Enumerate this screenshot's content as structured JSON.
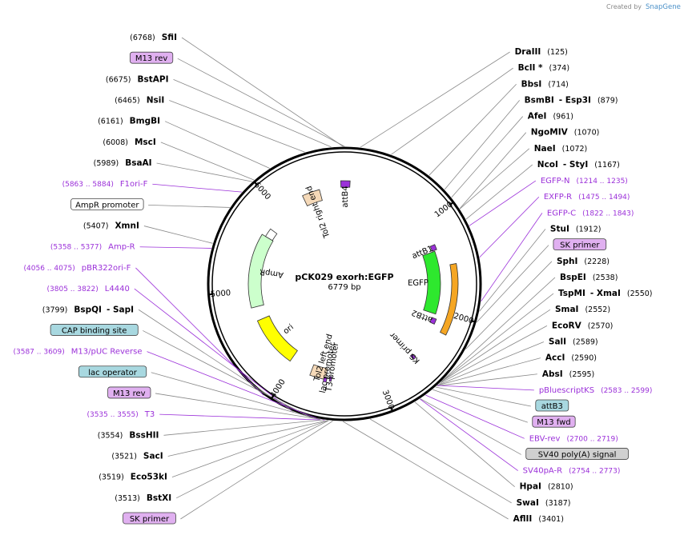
{
  "header": {
    "created_by": "Created by",
    "brand": "SnapGene"
  },
  "plasmid": {
    "name": "pCK029 exorh:EGFP",
    "length": "6779 bp",
    "length_num": 6779
  },
  "ticks": [
    {
      "label": "1000",
      "bp": 1000
    },
    {
      "label": "2000",
      "bp": 2000
    },
    {
      "label": "3000",
      "bp": 3000
    },
    {
      "label": "4000",
      "bp": 4000
    },
    {
      "label": "5000",
      "bp": 5000
    },
    {
      "label": "6000",
      "bp": 6000
    }
  ],
  "features": [
    {
      "name": "attB4",
      "label": "attB4",
      "start": 6740,
      "end": 60,
      "color": "#9b30d9"
    },
    {
      "name": "tol2-right-end",
      "label": "Tol2 right end",
      "start": 6300,
      "end": 6500,
      "color": "#f5d9b8"
    },
    {
      "name": "attB1",
      "label": "attB1",
      "start": 1250,
      "end": 1310,
      "color": "#9b30d9"
    },
    {
      "name": "egfp",
      "label": "EGFP",
      "start": 1320,
      "end": 2040,
      "color": "#2ee82e"
    },
    {
      "name": "exorh-orange",
      "label": "",
      "start": 1500,
      "end": 2200,
      "color": "#f5a623"
    },
    {
      "name": "attB2",
      "label": "attB2",
      "start": 2090,
      "end": 2150,
      "color": "#9b30d9"
    },
    {
      "name": "ks-primer",
      "label": "KS primer",
      "start": 2560,
      "end": 2590,
      "color": "#9b30d9"
    },
    {
      "name": "tol2-left-end",
      "label": "Tol2 left end",
      "start": 3600,
      "end": 3780,
      "color": "#f5d9b8"
    },
    {
      "name": "t3-promoter",
      "label": "T3 promoter",
      "start": 3535,
      "end": 3555,
      "color": "#9b30d9"
    },
    {
      "name": "lac-promoter",
      "label": "lac promoter",
      "start": 3587,
      "end": 3620,
      "color": "#9b30d9"
    },
    {
      "name": "ori",
      "label": "ori",
      "start": 4050,
      "end": 4650,
      "color": "#ffff00"
    },
    {
      "name": "ampr",
      "label": "AmpR",
      "start": 4810,
      "end": 5670,
      "color": "#ccffcc"
    },
    {
      "name": "ampr-promoter",
      "label": "",
      "start": 5670,
      "end": 5775,
      "color": "#ffffff"
    }
  ],
  "labels_right": [
    {
      "name": "DraIII",
      "pos": "(125)",
      "type": "site",
      "bp": 125
    },
    {
      "name": "BclI *",
      "pos": "(374)",
      "type": "site",
      "bp": 374
    },
    {
      "name": "BbsI",
      "pos": "(714)",
      "type": "site",
      "bp": 714
    },
    {
      "name": "BsmBI",
      "extra": "- Esp3I",
      "pos": "(879)",
      "type": "site",
      "bp": 879
    },
    {
      "name": "AfeI",
      "pos": "(961)",
      "type": "site",
      "bp": 961
    },
    {
      "name": "NgoMIV",
      "pos": "(1070)",
      "type": "site",
      "bp": 1070
    },
    {
      "name": "NaeI",
      "pos": "(1072)",
      "type": "site",
      "bp": 1072
    },
    {
      "name": "NcoI",
      "extra": "- StyI",
      "pos": "(1167)",
      "type": "site",
      "bp": 1167
    },
    {
      "name": "EGFP-N",
      "pos": "(1214 .. 1235)",
      "type": "primer",
      "bp": 1224
    },
    {
      "name": "EXFP-R",
      "pos": "(1475 .. 1494)",
      "type": "primer",
      "bp": 1485
    },
    {
      "name": "EGFP-C",
      "pos": "(1822 .. 1843)",
      "type": "primer",
      "bp": 1832
    },
    {
      "name": "StuI",
      "pos": "(1912)",
      "type": "site",
      "bp": 1912
    },
    {
      "name": "SK primer",
      "pos": "",
      "type": "tag-purple",
      "bp": 2000
    },
    {
      "name": "SphI",
      "pos": "(2228)",
      "type": "site",
      "bp": 2228
    },
    {
      "name": "BspEI",
      "pos": "(2538)",
      "type": "site",
      "bp": 2538
    },
    {
      "name": "TspMI",
      "extra": "- XmaI",
      "pos": "(2550)",
      "type": "site",
      "bp": 2550
    },
    {
      "name": "SmaI",
      "pos": "(2552)",
      "type": "site",
      "bp": 2552
    },
    {
      "name": "EcoRV",
      "pos": "(2570)",
      "type": "site",
      "bp": 2570
    },
    {
      "name": "SalI",
      "pos": "(2589)",
      "type": "site",
      "bp": 2589
    },
    {
      "name": "AccI",
      "pos": "(2590)",
      "type": "site",
      "bp": 2590
    },
    {
      "name": "AbsI",
      "pos": "(2595)",
      "type": "site",
      "bp": 2595
    },
    {
      "name": "pBluescriptKS",
      "pos": "(2583 .. 2599)",
      "type": "primer",
      "bp": 2591
    },
    {
      "name": "attB3",
      "pos": "",
      "type": "tag-teal",
      "bp": 2610
    },
    {
      "name": "M13 fwd",
      "pos": "",
      "type": "tag-purple",
      "bp": 2640
    },
    {
      "name": "EBV-rev",
      "pos": "(2700 .. 2719)",
      "type": "primer",
      "bp": 2710
    },
    {
      "name": "SV40 poly(A) signal",
      "pos": "",
      "type": "tag-gray",
      "bp": 2760
    },
    {
      "name": "SV40pA-R",
      "pos": "(2754 .. 2773)",
      "type": "primer",
      "bp": 2764
    },
    {
      "name": "HpaI",
      "pos": "(2810)",
      "type": "site",
      "bp": 2810
    },
    {
      "name": "SwaI",
      "pos": "(3187)",
      "type": "site",
      "bp": 3187
    },
    {
      "name": "AflII",
      "pos": "(3401)",
      "type": "site",
      "bp": 3401
    }
  ],
  "labels_left": [
    {
      "name": "SfiI",
      "pos": "(6768)",
      "type": "site",
      "bp": 6768
    },
    {
      "name": "M13 rev",
      "pos": "",
      "type": "tag-purple",
      "bp": 6779
    },
    {
      "name": "BstAPI",
      "pos": "(6675)",
      "type": "site",
      "bp": 6675
    },
    {
      "name": "NsiI",
      "pos": "(6465)",
      "type": "site",
      "bp": 6465
    },
    {
      "name": "BmgBI",
      "pos": "(6161)",
      "type": "site",
      "bp": 6161
    },
    {
      "name": "MscI",
      "pos": "(6008)",
      "type": "site",
      "bp": 6008
    },
    {
      "name": "BsaAI",
      "pos": "(5989)",
      "type": "site",
      "bp": 5989
    },
    {
      "name": "F1ori-F",
      "pos": "(5863 .. 5884)",
      "type": "primer",
      "bp": 5873
    },
    {
      "name": "AmpR promoter",
      "pos": "",
      "type": "tag-white",
      "bp": 5720
    },
    {
      "name": "XmnI",
      "pos": "(5407)",
      "type": "site",
      "bp": 5407
    },
    {
      "name": "Amp-R",
      "pos": "(5358 .. 5377)",
      "type": "primer",
      "bp": 5367
    },
    {
      "name": "pBR322ori-F",
      "pos": "(4056 .. 4075)",
      "type": "primer",
      "bp": 4065
    },
    {
      "name": "L4440",
      "pos": "(3805 .. 3822)",
      "type": "primer",
      "bp": 3813
    },
    {
      "name": "BspQI",
      "extra": "- SapI",
      "pos": "(3799)",
      "type": "site",
      "bp": 3799
    },
    {
      "name": "CAP binding site",
      "pos": "",
      "type": "tag-teal",
      "bp": 3660
    },
    {
      "name": "M13/pUC Reverse",
      "pos": "(3587 .. 3609)",
      "type": "primer",
      "bp": 3598
    },
    {
      "name": "lac operator",
      "pos": "",
      "type": "tag-teal",
      "bp": 3620
    },
    {
      "name": "M13 rev",
      "pos": "",
      "type": "tag-purple",
      "bp": 3580
    },
    {
      "name": "T3",
      "pos": "(3535 .. 3555)",
      "type": "primer",
      "bp": 3545
    },
    {
      "name": "BssHII",
      "pos": "(3554)",
      "type": "site",
      "bp": 3554
    },
    {
      "name": "SacI",
      "pos": "(3521)",
      "type": "site",
      "bp": 3521
    },
    {
      "name": "Eco53kI",
      "pos": "(3519)",
      "type": "site",
      "bp": 3519
    },
    {
      "name": "BstXI",
      "pos": "(3513)",
      "type": "site",
      "bp": 3513
    },
    {
      "name": "SK primer",
      "pos": "",
      "type": "tag-purple",
      "bp": 3480
    }
  ],
  "colors": {
    "primer": "#9b30d9",
    "tag_purple": "#e0b0f0",
    "tag_teal": "#a8d8e0",
    "tag_gray": "#d0d0d0",
    "ring": "#000000"
  }
}
